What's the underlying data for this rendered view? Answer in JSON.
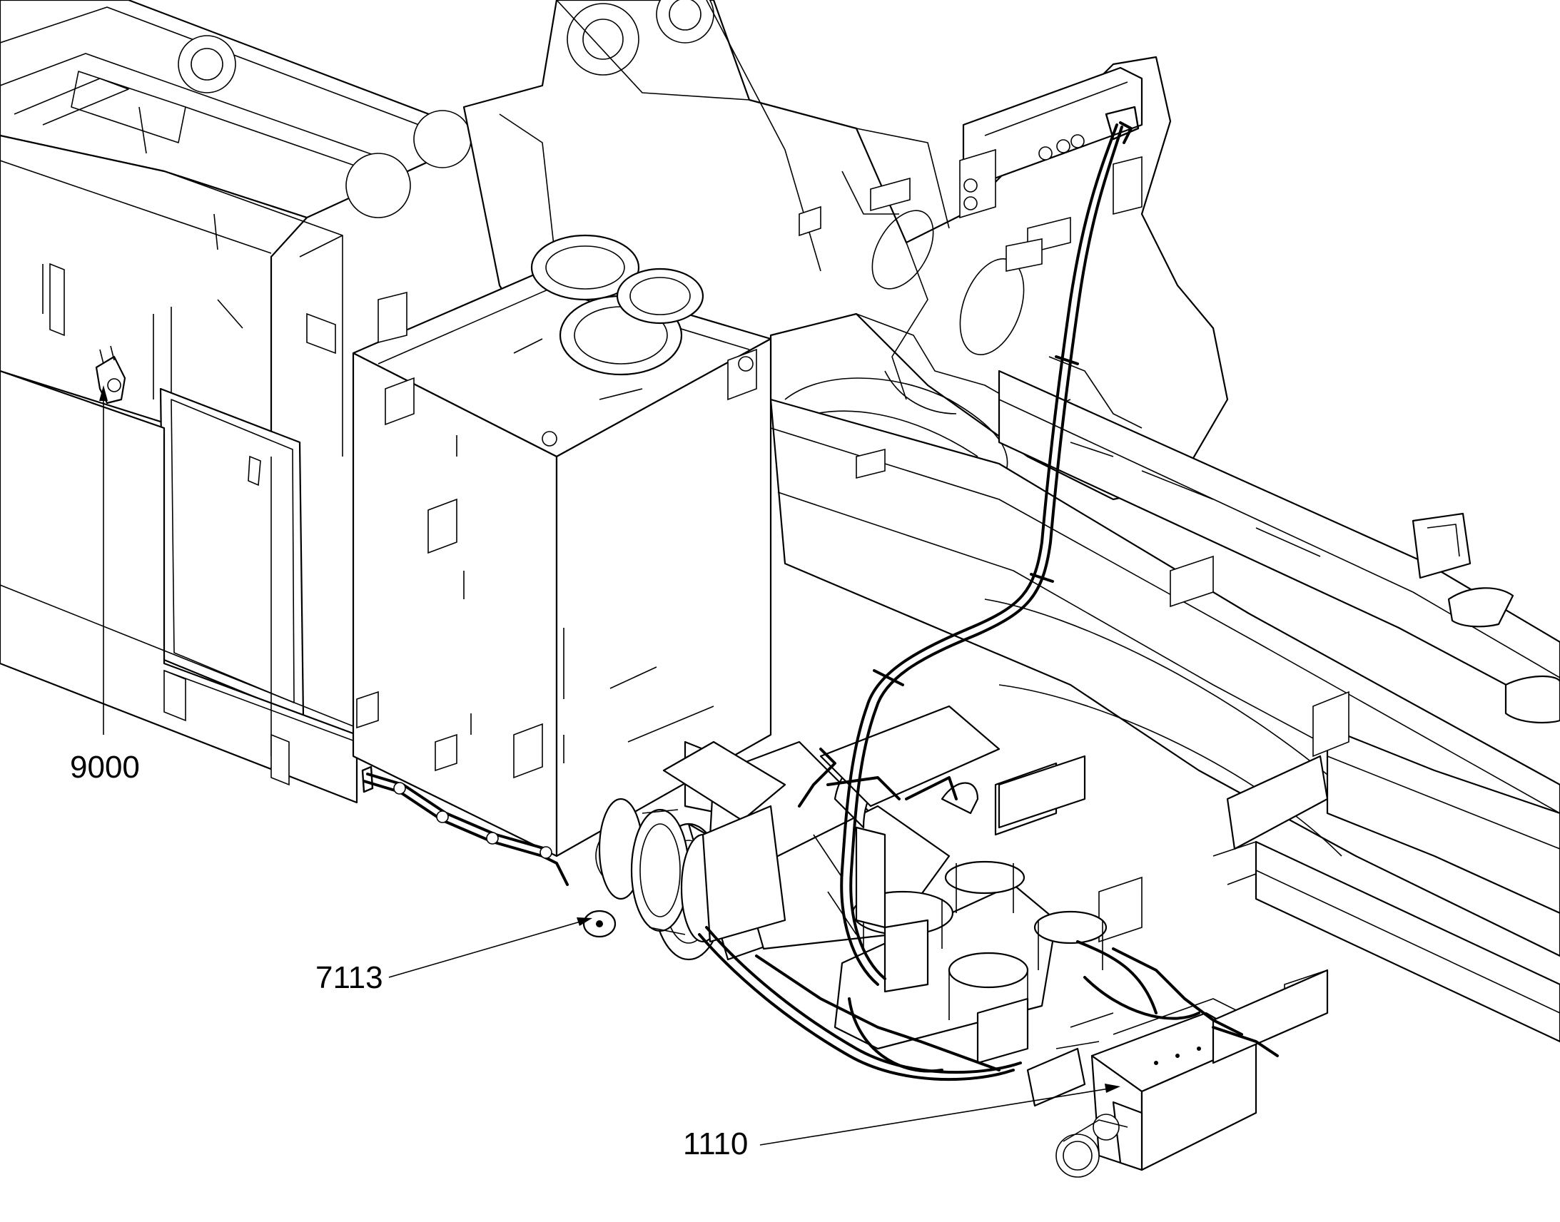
{
  "callouts": [
    {
      "id": "9000",
      "text": "9000"
    },
    {
      "id": "7113",
      "text": "7113"
    },
    {
      "id": "1110",
      "text": "1110"
    }
  ]
}
